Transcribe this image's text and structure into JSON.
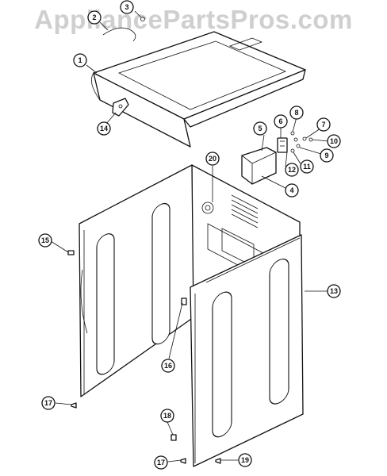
{
  "watermark": "AppliancePartsPros.com",
  "callouts": [
    {
      "id": "c1",
      "label": "1"
    },
    {
      "id": "c3",
      "label": "3"
    },
    {
      "id": "c2",
      "label": "2"
    },
    {
      "id": "c14",
      "label": "14"
    },
    {
      "id": "c5",
      "label": "5"
    },
    {
      "id": "c6",
      "label": "6"
    },
    {
      "id": "c8",
      "label": "8"
    },
    {
      "id": "c7",
      "label": "7"
    },
    {
      "id": "c10",
      "label": "10"
    },
    {
      "id": "c9",
      "label": "9"
    },
    {
      "id": "c11",
      "label": "11"
    },
    {
      "id": "c12",
      "label": "12"
    },
    {
      "id": "c4",
      "label": "4"
    },
    {
      "id": "c20",
      "label": "20"
    },
    {
      "id": "c15",
      "label": "15"
    },
    {
      "id": "c13",
      "label": "13"
    },
    {
      "id": "c16",
      "label": "16"
    },
    {
      "id": "c17a",
      "label": "17"
    },
    {
      "id": "c18",
      "label": "18"
    },
    {
      "id": "c17b",
      "label": "17"
    },
    {
      "id": "c19",
      "label": "19"
    }
  ]
}
